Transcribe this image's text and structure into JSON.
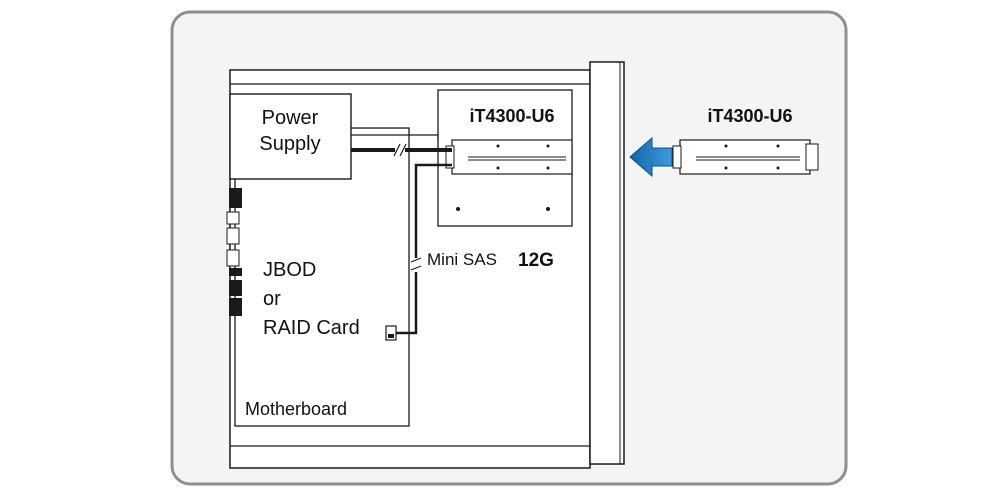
{
  "labels": {
    "power_supply_line1": "Power",
    "power_supply_line2": "Supply",
    "bay_model": "iT4300-U6",
    "incoming_model": "iT4300-U6",
    "cable_type": "Mini SAS",
    "cable_speed": "12G",
    "card_line1": "JBOD",
    "card_line2": "or",
    "card_line3": "RAID Card",
    "motherboard": "Motherboard"
  },
  "colors": {
    "frame_fill": "#f4f4f4",
    "frame_border": "#8f8f8f",
    "line": "#1a1a1a",
    "arrow": "#1f7fc4",
    "hardware_fill": "#ffffff"
  }
}
